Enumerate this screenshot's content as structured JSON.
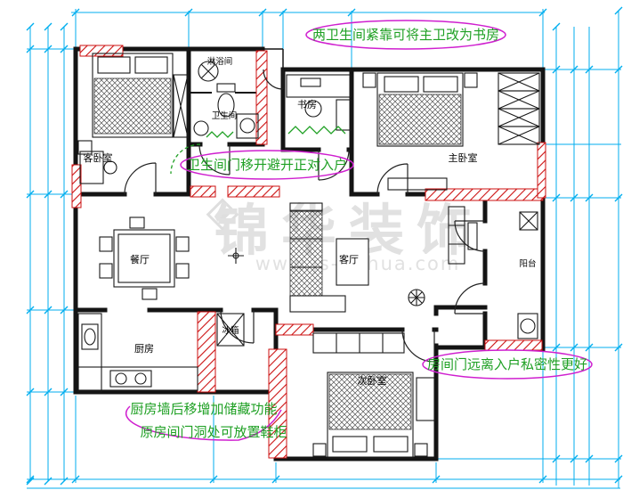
{
  "colors": {
    "wall": "#141414",
    "modified_wall": "#cc1111",
    "dimension": "#00aeef",
    "annotation_text": "#1fa024",
    "highlight": "#cf1fcf",
    "watermark": "#c9c9c9"
  },
  "rooms": [
    {
      "id": "guest-bedroom",
      "label": "客卧室"
    },
    {
      "id": "shower-room",
      "label": "淋浴间"
    },
    {
      "id": "bathroom",
      "label": "卫生间"
    },
    {
      "id": "study",
      "label": "书房"
    },
    {
      "id": "master-bedroom",
      "label": "主卧室"
    },
    {
      "id": "dining-room",
      "label": "餐厅"
    },
    {
      "id": "living-room",
      "label": "客厅"
    },
    {
      "id": "balcony",
      "label": "阳台"
    },
    {
      "id": "kitchen",
      "label": "厨房"
    },
    {
      "id": "fridge",
      "label": "冰箱"
    },
    {
      "id": "second-bedroom",
      "label": "次卧室"
    }
  ],
  "annotations": [
    {
      "id": "top",
      "text": "两卫生间紧靠可将主卫改为书房"
    },
    {
      "id": "middle",
      "text": "卫生间门移开避开正对入户"
    },
    {
      "id": "right",
      "text": "房间门远离入户私密性更好"
    },
    {
      "id": "bottom-line1",
      "text": "厨房墙后移增加储藏功能"
    },
    {
      "id": "bottom-line2",
      "text": "原房间门洞处可放置鞋柜"
    }
  ],
  "watermark": {
    "brand": "锦华装饰",
    "url": "www.js-jinhua.com"
  }
}
